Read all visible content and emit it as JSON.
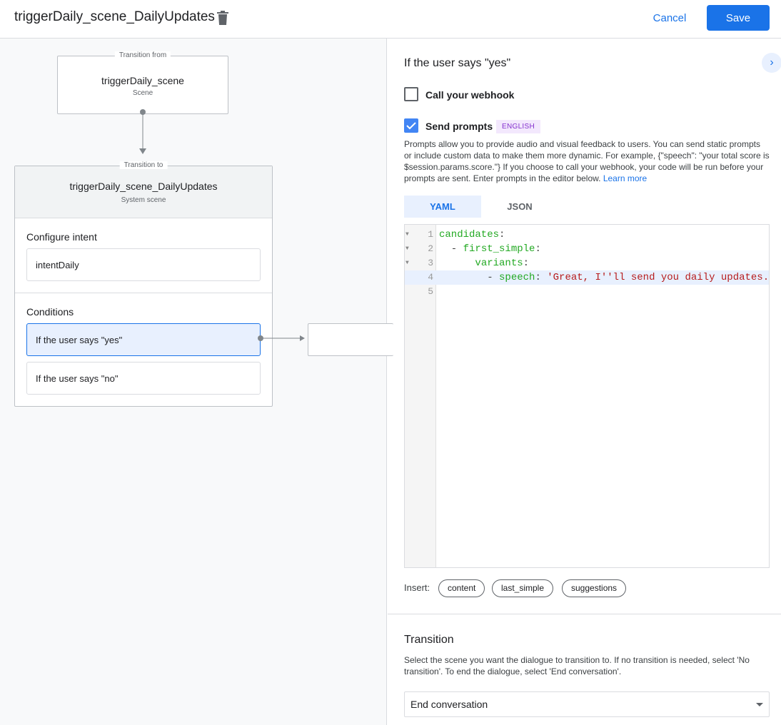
{
  "header": {
    "title": "triggerDaily_scene_DailyUpdates",
    "cancel_label": "Cancel",
    "save_label": "Save"
  },
  "canvas": {
    "from_node": {
      "tag": "Transition from",
      "name": "triggerDaily_scene",
      "type": "Scene"
    },
    "to_node": {
      "tag": "Transition to",
      "name": "triggerDaily_scene_DailyUpdates",
      "type": "System scene",
      "configure_intent_label": "Configure intent",
      "intent": "intentDaily",
      "conditions_label": "Conditions",
      "conditions": [
        "If the user says \"yes\"",
        "If the user says \"no\""
      ]
    }
  },
  "panel": {
    "heading": "If the user says \"yes\"",
    "webhook": {
      "label": "Call your webhook",
      "checked": false
    },
    "prompts": {
      "label": "Send prompts",
      "checked": true,
      "badge": "ENGLISH",
      "description": "Prompts allow you to provide audio and visual feedback to users. You can send static prompts or include custom data to make them more dynamic. For example, {\"speech\": \"your total score is $session.params.score.\"} If you choose to call your webhook, your code will be run before your prompts are sent. Enter prompts in the editor below.",
      "learn_more": "Learn more"
    },
    "tabs": [
      {
        "label": "YAML",
        "active": true
      },
      {
        "label": "JSON",
        "active": false
      }
    ],
    "editor": {
      "line_numbers": [
        "1",
        "2",
        "3",
        "4",
        "5"
      ],
      "highlighted_line": 4,
      "lines": [
        [
          {
            "t": "candidates",
            "c": "k"
          },
          {
            "t": ":",
            "c": "p"
          }
        ],
        [
          {
            "t": "  - ",
            "c": "p"
          },
          {
            "t": "first_simple",
            "c": "k"
          },
          {
            "t": ":",
            "c": "p"
          }
        ],
        [
          {
            "t": "      ",
            "c": "p"
          },
          {
            "t": "variants",
            "c": "k"
          },
          {
            "t": ":",
            "c": "p"
          }
        ],
        [
          {
            "t": "        - ",
            "c": "p"
          },
          {
            "t": "speech",
            "c": "k"
          },
          {
            "t": ": ",
            "c": "p"
          },
          {
            "t": "'Great, I''ll send you daily updates.",
            "c": "s"
          }
        ],
        []
      ]
    },
    "insert_label": "Insert:",
    "insert_chips": [
      "content",
      "last_simple",
      "suggestions"
    ],
    "transition": {
      "heading": "Transition",
      "description": "Select the scene you want the dialogue to transition to. If no transition is needed, select 'No transition'. To end the dialogue, select 'End conversation'.",
      "selected": "End conversation"
    }
  },
  "colors": {
    "accent": "#1a73e8",
    "badge_bg": "#f3e8fd",
    "badge_text": "#8430ce",
    "yaml_key": "#22a922",
    "yaml_string": "#b71c1c"
  }
}
